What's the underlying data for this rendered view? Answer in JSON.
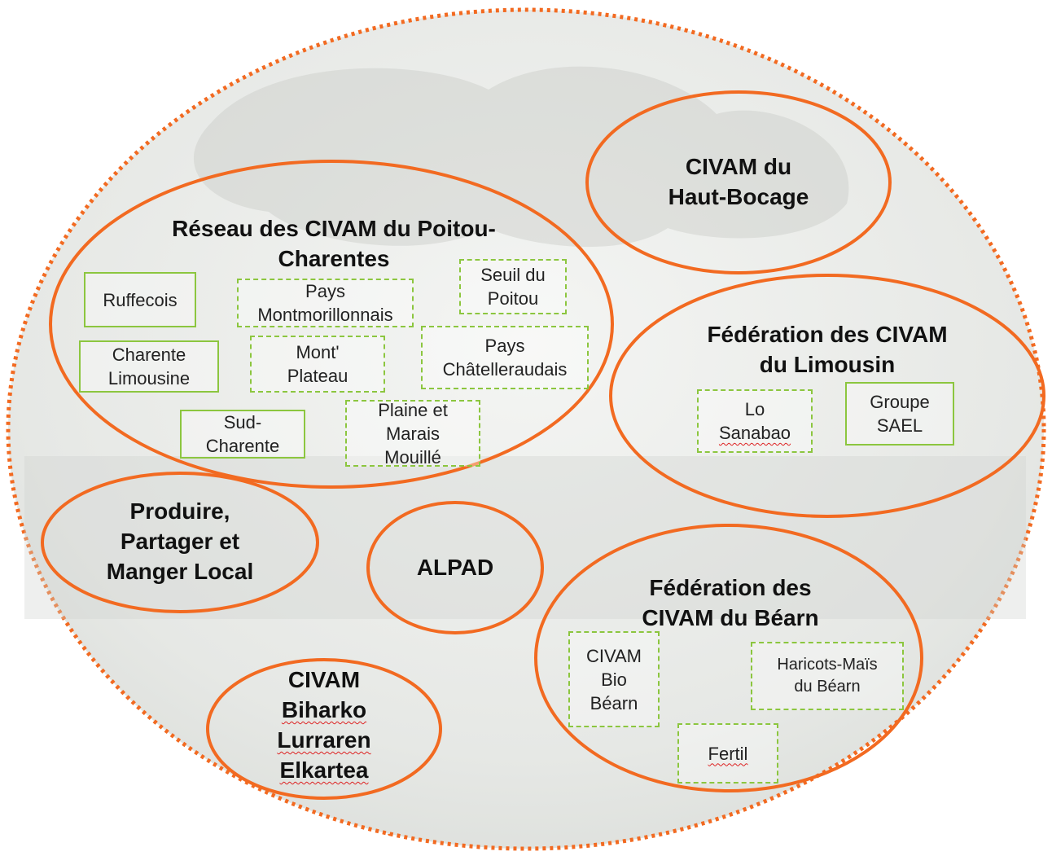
{
  "colors": {
    "ellipse": "#f26a21",
    "box": "#8cc63f",
    "background": "#e9ebe8"
  },
  "groups": {
    "poitou": {
      "title_line1": "Réseau des CIVAM du Poitou-",
      "title_line2": "Charentes"
    },
    "haut_bocage": {
      "title_line1": "CIVAM du",
      "title_line2": "Haut-Bocage"
    },
    "limousin": {
      "title_line1": "Fédération des CIVAM",
      "title_line2": "du Limousin"
    },
    "ppml": {
      "title_line1": "Produire,",
      "title_line2": "Partager et",
      "title_line3": "Manger Local"
    },
    "alpad": {
      "title": "ALPAD"
    },
    "bearn": {
      "title_line1": "Fédération des",
      "title_line2": "CIVAM du Béarn"
    },
    "biharko": {
      "title_line1": "CIVAM",
      "title_line2": "Biharko",
      "title_line3": "Lurraren",
      "title_line4": "Elkartea"
    }
  },
  "members": {
    "ruffecois": "Ruffecois",
    "montmorillonnais": "Pays\nMontmorillonnais",
    "seuil_poitou": "Seuil du\nPoitou",
    "charente_limousine": "Charente\nLimousine",
    "mont_plateau": "Mont'\nPlateau",
    "chatelleraudais": "Pays\nChâtelleraudais",
    "sud_charente": "Sud-\nCharente",
    "plaine_marais": "Plaine et\nMarais\nMouillé",
    "lo_sanabao_line1": "Lo",
    "lo_sanabao_line2": "Sanabao",
    "groupe_sael": "Groupe\nSAEL",
    "civam_bio_bearn": "CIVAM\nBio\nBéarn",
    "haricots_mais": "Haricots-Maïs\ndu Béarn",
    "fertil": "Fertil"
  }
}
